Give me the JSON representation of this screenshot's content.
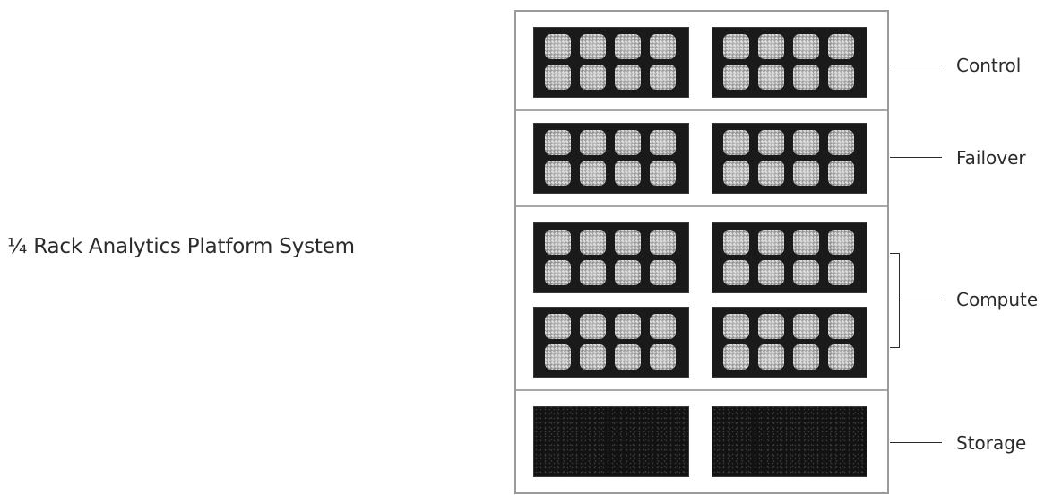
{
  "title": "¼ Rack Analytics Platform System",
  "sections": [
    {
      "label": "Control",
      "kind": "server",
      "units": 2
    },
    {
      "label": "Failover",
      "kind": "server",
      "units": 2
    },
    {
      "label": "Compute",
      "kind": "server",
      "units": 4
    },
    {
      "label": "Storage",
      "kind": "storage",
      "units": 2
    }
  ]
}
